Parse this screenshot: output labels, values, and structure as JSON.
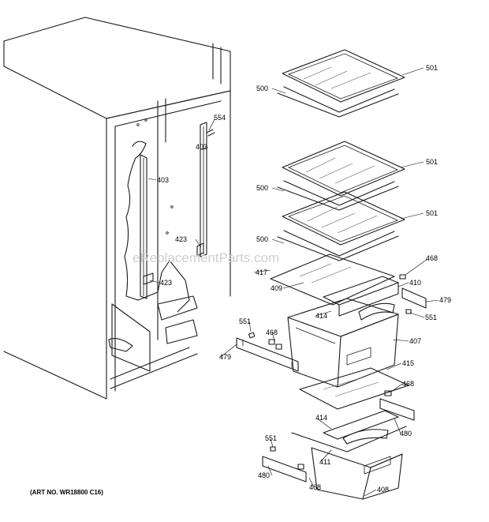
{
  "watermark": "eReplacementParts.com",
  "art_number": "(ART NO. WR18800 C16)",
  "callouts": [
    "501",
    "500",
    "554",
    "403",
    "403",
    "501",
    "500",
    "501",
    "423",
    "500",
    "423",
    "468",
    "417",
    "409",
    "410",
    "479",
    "551",
    "414",
    "551",
    "468",
    "407",
    "479",
    "415",
    "468",
    "414",
    "480",
    "551",
    "411",
    "480",
    "468",
    "408"
  ]
}
